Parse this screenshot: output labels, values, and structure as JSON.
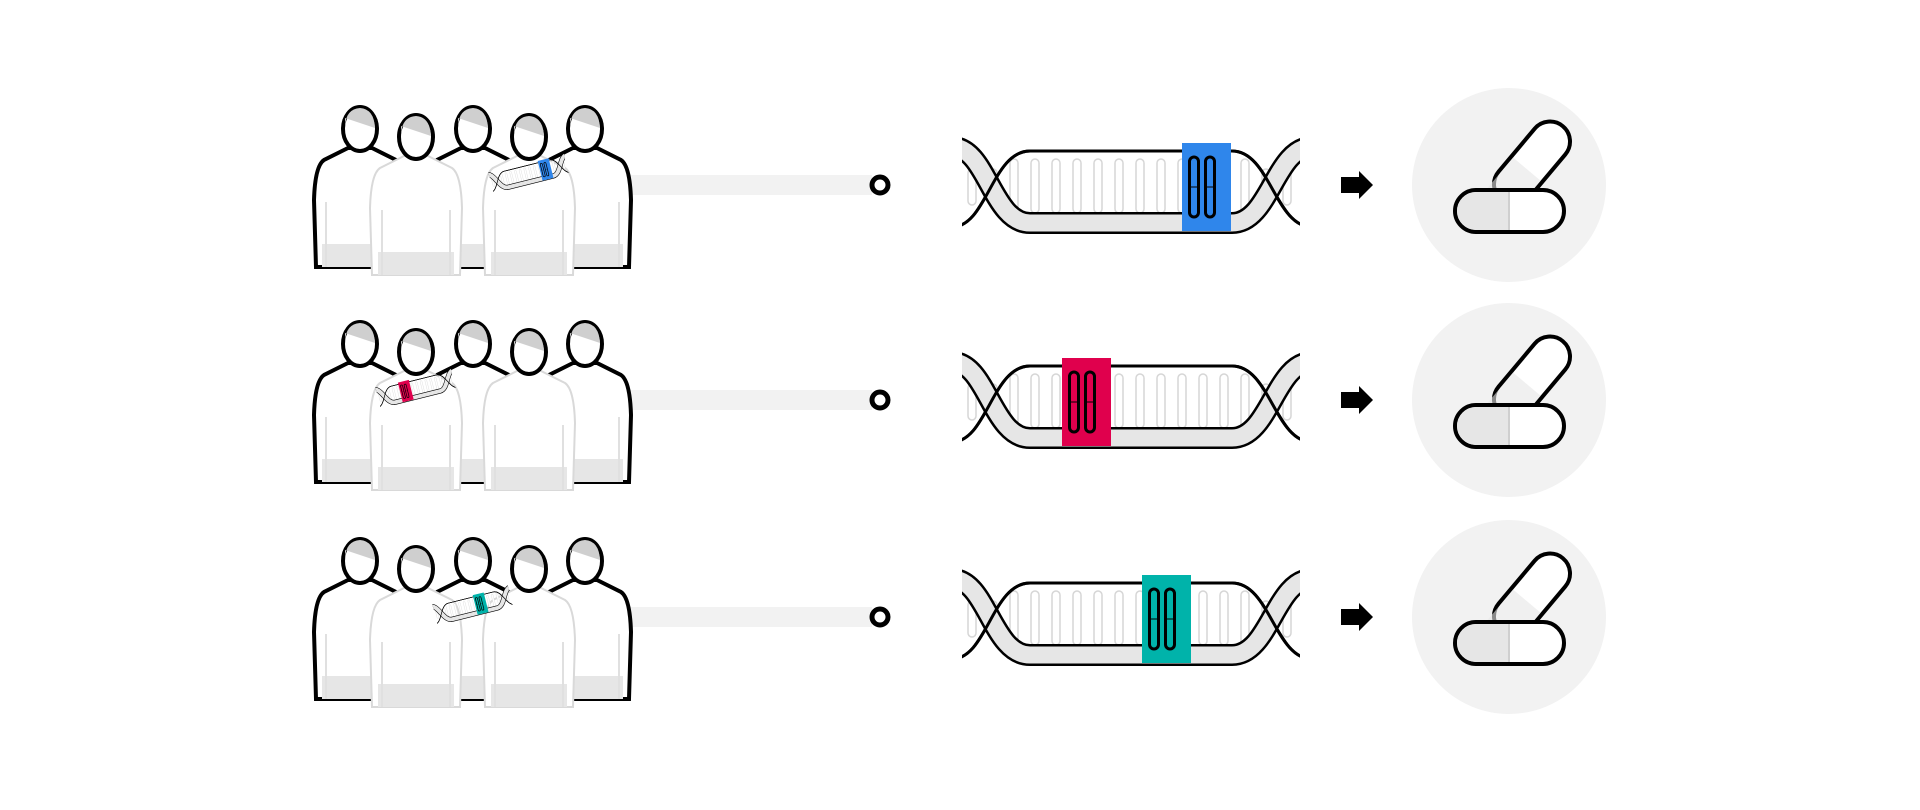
{
  "diagram": {
    "rows": [
      {
        "id": "variant-1",
        "accent_color": "#2F86EB",
        "carrier_person": 4,
        "variant_base_pair": 8
      },
      {
        "id": "variant-2",
        "accent_color": "#E0004D",
        "carrier_person": 2,
        "variant_base_pair": 2
      },
      {
        "id": "variant-3",
        "accent_color": "#00B3AA",
        "carrier_person": 3,
        "variant_base_pair": 6
      }
    ],
    "icons": [
      "people-group-icon",
      "dna-icon",
      "connector-line",
      "arrow-right-icon",
      "pill-icon"
    ],
    "colors": {
      "outline": "#000000",
      "light_gray": "#f2f2f2",
      "mid_gray": "#e6e6e6",
      "hair_gray": "#cfcfcf"
    }
  }
}
